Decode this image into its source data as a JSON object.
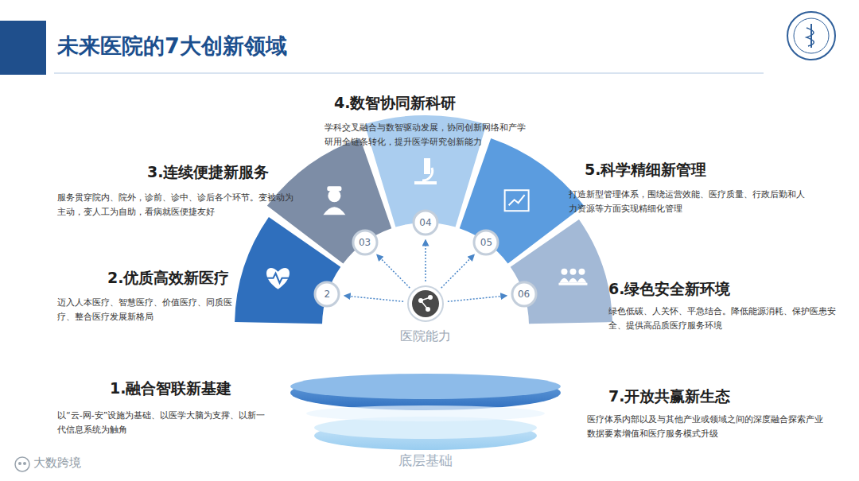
{
  "diagram": {
    "title": "未来医院的7大创新领域",
    "nodes": [
      {
        "text": [
          "2"
        ]
      },
      {
        "text": [
          "03"
        ]
      },
      {
        "text": [
          "04"
        ]
      },
      {
        "text": [
          "05"
        ]
      },
      {
        "text": [
          "06"
        ]
      }
    ],
    "labels": [
      "4.数智协同新科研",
      "学科交叉融合与数智驱动发展，协同创新网络和产学研用全链条转化，提升医学研究创新能力",
      "3.连续便捷新服务",
      "服务贯穿院内、院外，诊前、诊中、诊后各个环节。变被动为主动，变人工为自助，看病就医便捷友好",
      "5.科学精细新管理",
      "打造新型管理体系，围绕运营效能、医疗质量、行政后勤和人力资源等方面实现精细化管理",
      "2.优质高效新医疗",
      "迈入人本医疗、智慧医疗、价值医疗、同质医疗、整合医疗发展新格局",
      "6.绿色安全新环境",
      "绿色低碳、人关怀、平急结合。降低能源消耗、保护医患安全、提供高品质医疗服务环境",
      "1.融合智联新基建",
      "以“云-网-安”设施为基础、以医学大脑为支撑、以新一代信息系统为触角",
      "7.开放共赢新生态",
      "医疗体系内部以及与其他产业或领域之间的深度融合探索产业数据要素增值和医疗服务模式升级",
      "医院能力",
      "底层基础",
      "大数跨境"
    ]
  }
}
